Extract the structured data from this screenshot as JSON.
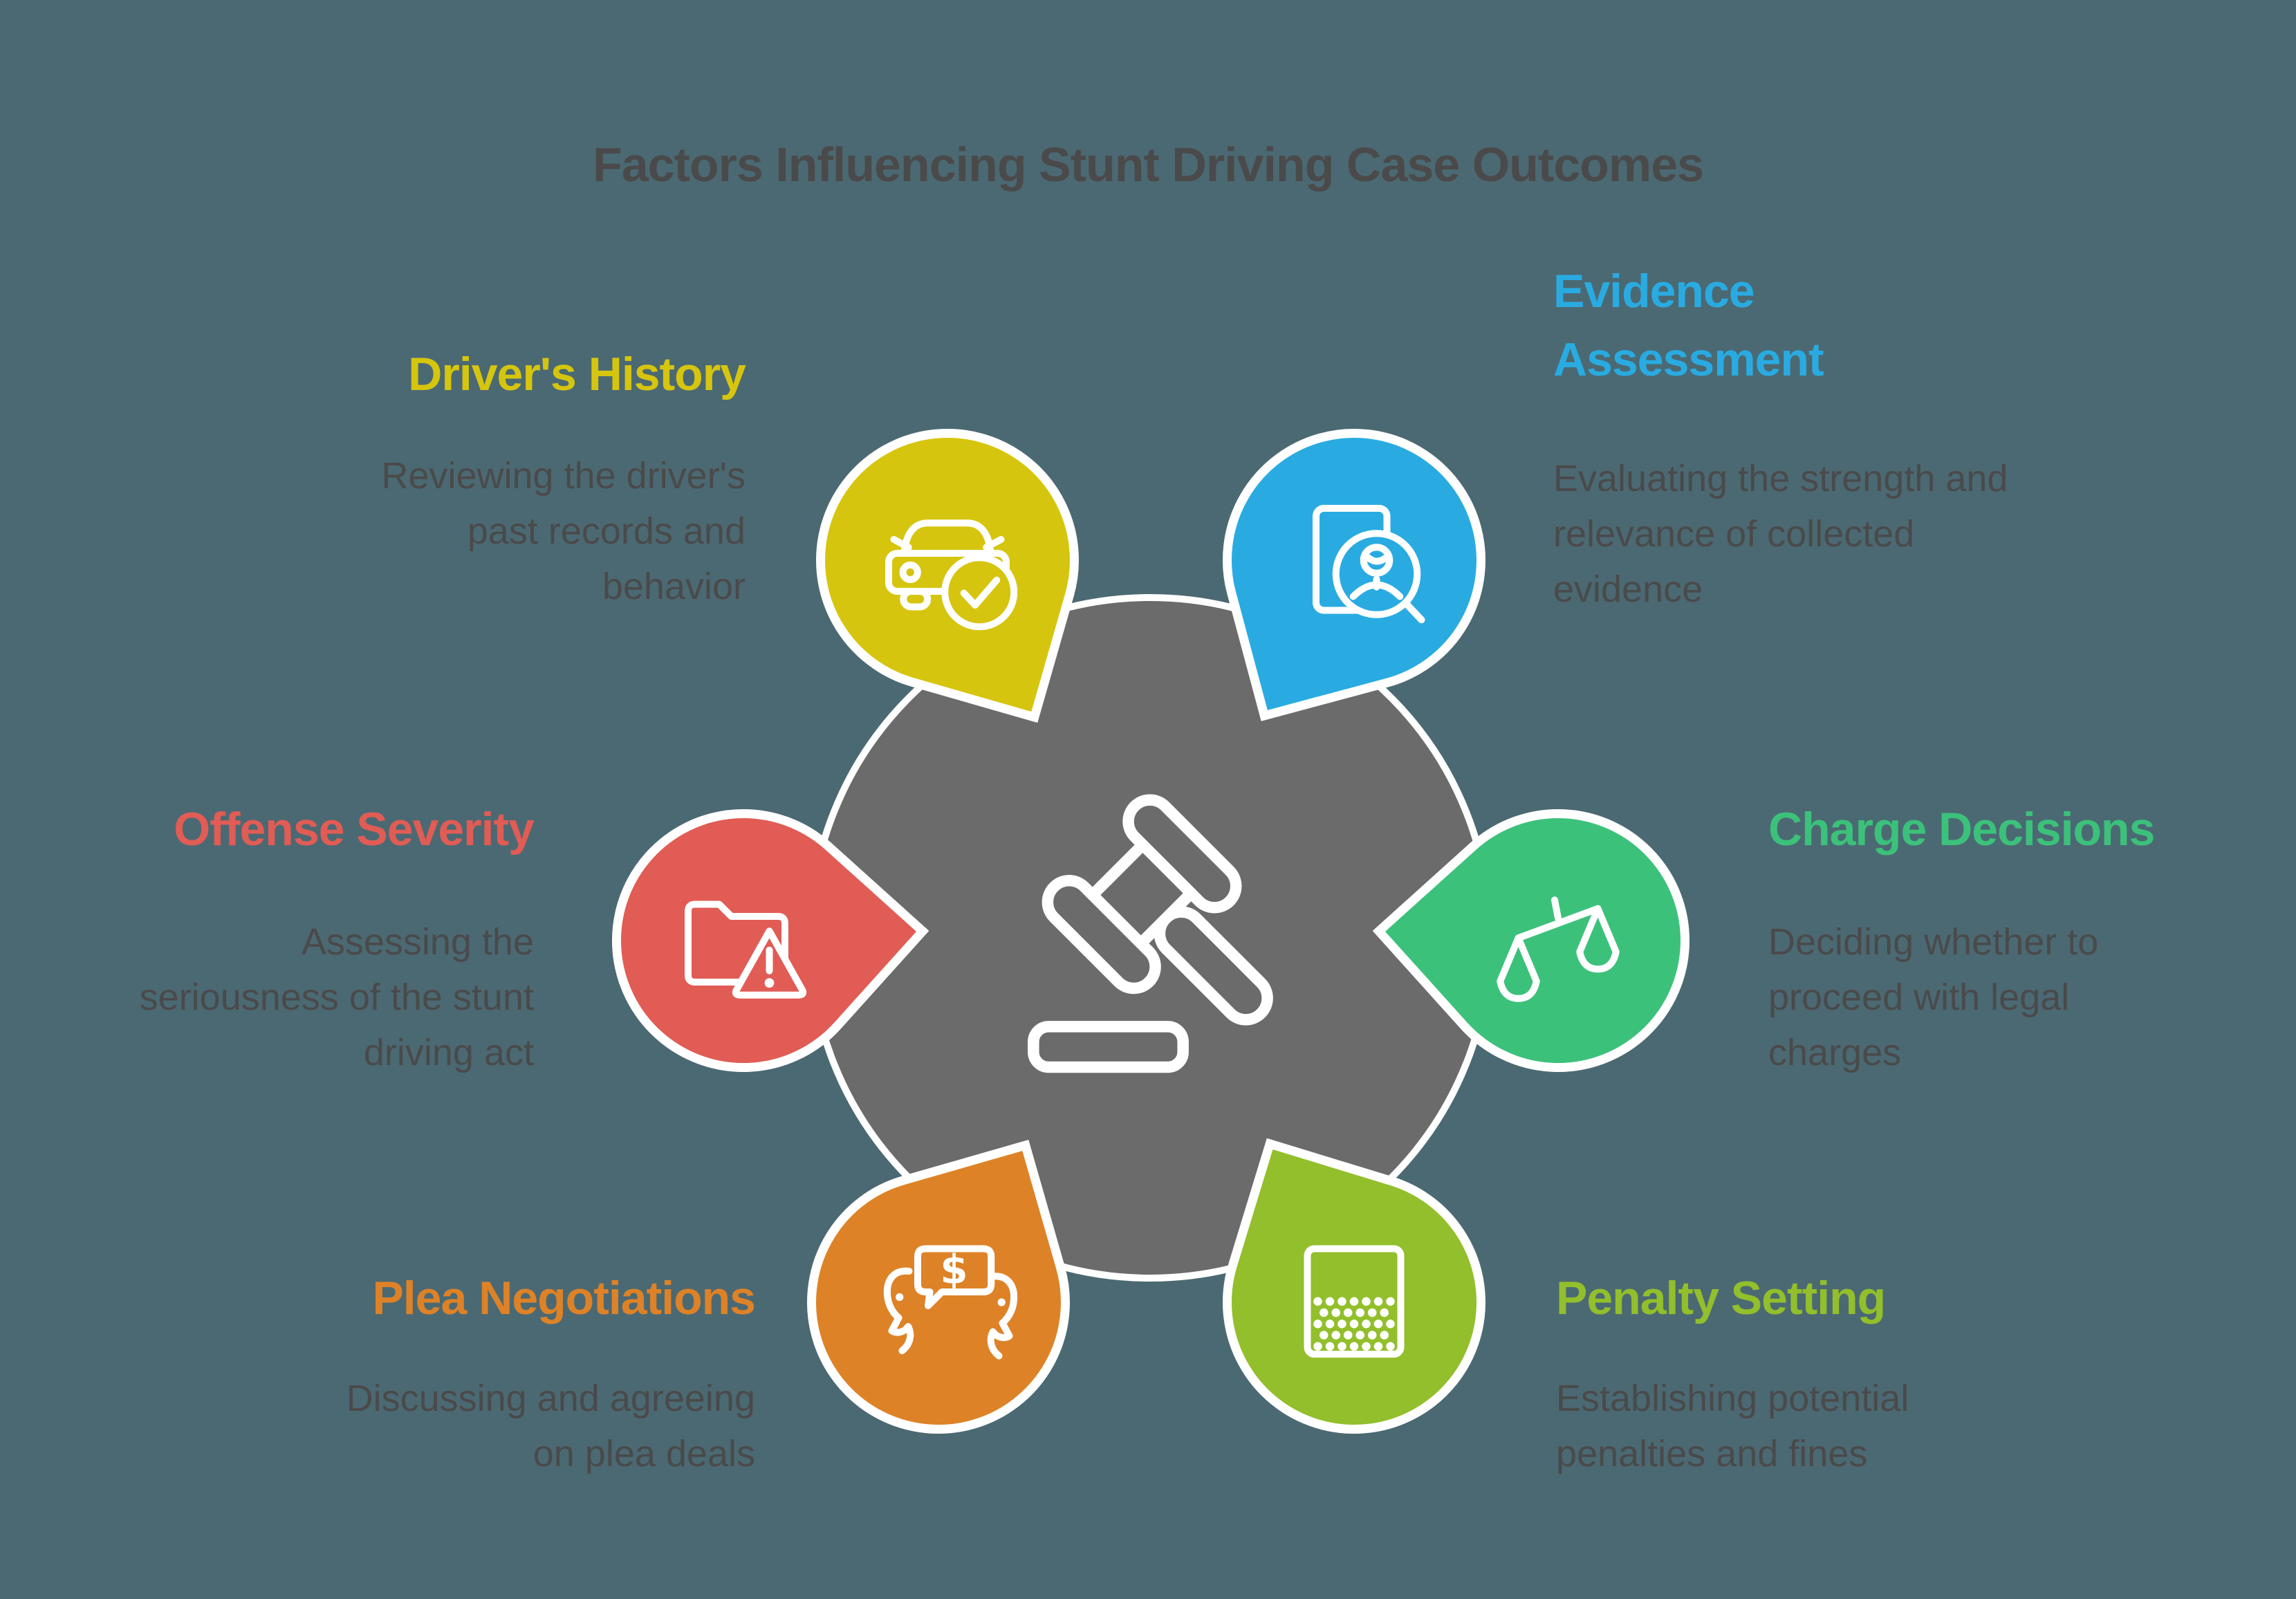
{
  "title": "Factors Influencing Stunt Driving Case Outcomes",
  "center": {
    "icon": "gavel",
    "color": "#6b6b6b"
  },
  "factors": [
    {
      "id": "drivers-history",
      "label": "Driver's History",
      "description": "Reviewing the driver's past records and behavior",
      "color": "#d6c50e",
      "position": "top-left",
      "icon": "car-check"
    },
    {
      "id": "evidence-assessment",
      "label": "Evidence Assessment",
      "description": "Evaluating the strength and relevance of collected evidence",
      "color": "#29abe2",
      "position": "top-right",
      "icon": "document-person-search"
    },
    {
      "id": "offense-severity",
      "label": "Offense Severity",
      "description": "Assessing the seriousness of the stunt driving act",
      "color": "#e05c55",
      "position": "left",
      "icon": "folder-warning"
    },
    {
      "id": "charge-decisions",
      "label": "Charge Decisions",
      "description": "Deciding whether to proceed with legal charges",
      "color": "#3cc17b",
      "position": "right",
      "icon": "scales"
    },
    {
      "id": "plea-negotiations",
      "label": "Plea Negotiations",
      "description": "Discussing and agreeing on plea deals",
      "color": "#de8227",
      "position": "bottom-left",
      "icon": "talk-money"
    },
    {
      "id": "penalty-setting",
      "label": "Penalty Setting",
      "description": "Establishing potential penalties and fines",
      "color": "#92bf2b",
      "position": "bottom-right",
      "icon": "dotted-square"
    }
  ],
  "colors": {
    "background": "#4b6973",
    "center_circle": "#6b6b6b",
    "outline": "#ffffff",
    "body_text": "#4a4a4a"
  }
}
